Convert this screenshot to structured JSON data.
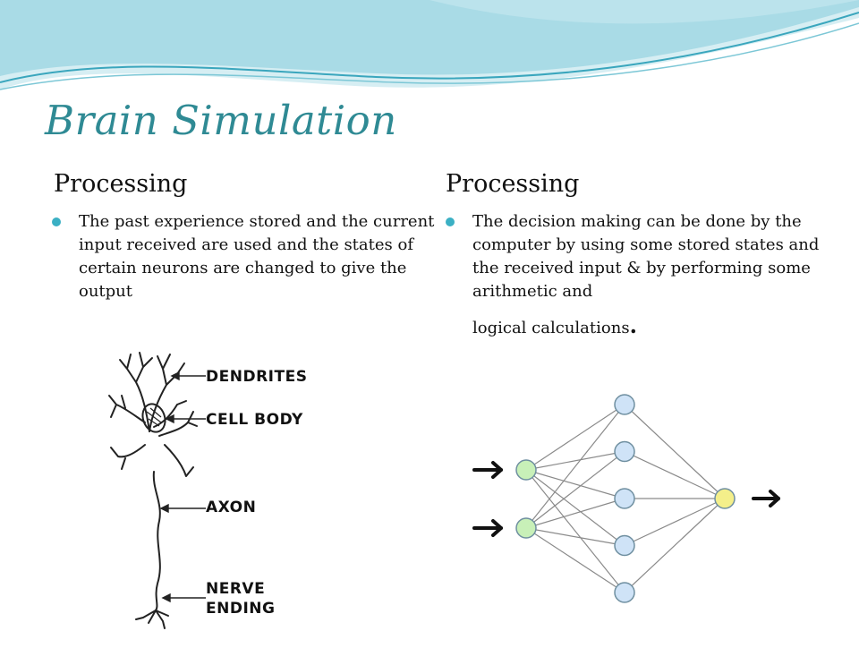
{
  "slide": {
    "title": "Brain Simulation",
    "left": {
      "heading": "Processing",
      "bullet": "The past experience stored and the current input received are used and the states of certain neurons are changed to give the output"
    },
    "right": {
      "heading": "Processing",
      "bullet_main": "The decision making can be done by the computer by using some stored states and the received input & by performing some arithmetic and",
      "bullet_tail": "logical calculations",
      "bullet_period": "."
    },
    "neuron_diagram": {
      "labels": {
        "dendrites": "DENDRITES",
        "cell_body": "CELL BODY",
        "axon": "AXON",
        "nerve_ending": "NERVE\nENDING"
      }
    },
    "network_diagram": {
      "input_nodes": 2,
      "hidden_nodes": 5,
      "output_nodes": 1,
      "colors": {
        "input": "#c8f0b8",
        "hidden": "#cfe3f7",
        "output": "#f4ef8a",
        "edge": "#8a8a8a"
      }
    },
    "colors": {
      "title": "#2f8a94",
      "bullet": "#3bb0c4",
      "wave_light": "#d6eef3",
      "wave_dark": "#3aa6bd"
    }
  }
}
